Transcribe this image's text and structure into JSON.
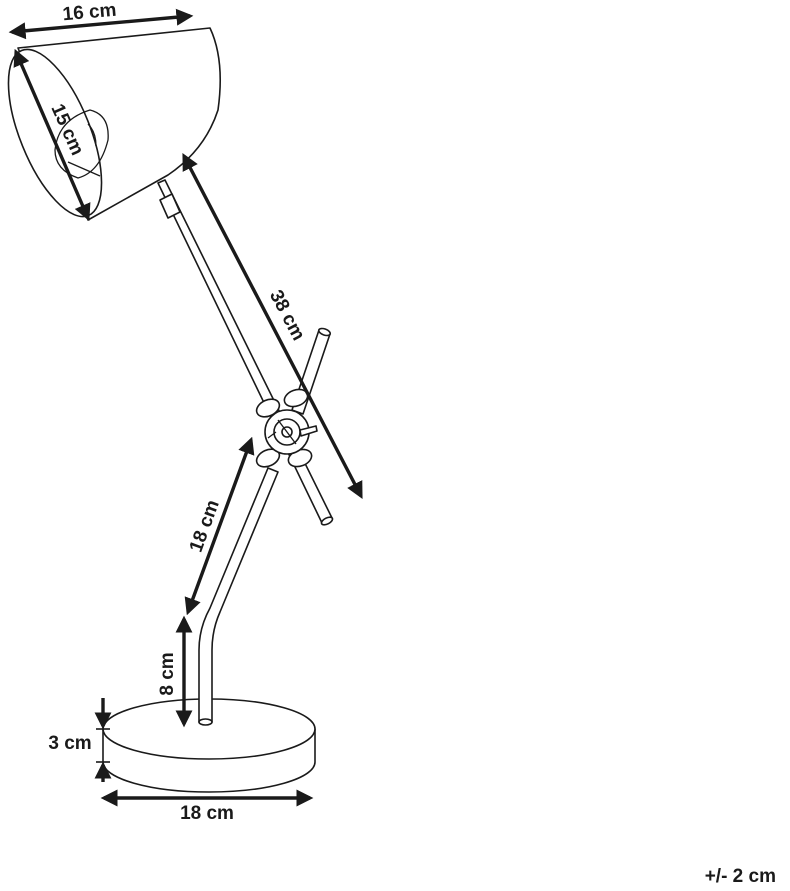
{
  "dimensions": {
    "shade_width": "16 cm",
    "shade_height": "15 cm",
    "upper_arm": "38 cm",
    "lower_arm": "18 cm",
    "stem": "8 cm",
    "base_height": "3 cm",
    "base_width": "18 cm"
  },
  "tolerance": "+/- 2 cm",
  "colors": {
    "ink": "#1a1a1a",
    "background": "#ffffff"
  }
}
